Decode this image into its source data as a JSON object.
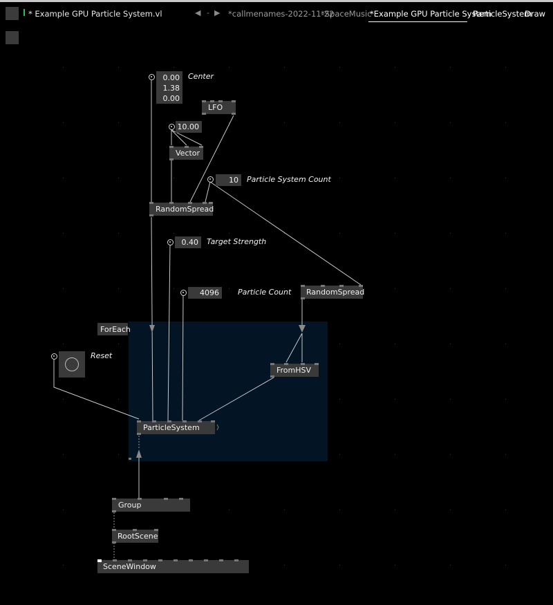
{
  "tabbar": {
    "file_title": "* Example GPU Particle System.vl",
    "nav": {
      "back": "◀",
      "sep": "-",
      "forward": "▶"
    },
    "tabs": [
      {
        "label": "*callmenames-2022-11-22",
        "active": false
      },
      {
        "label": "*SpaceMusic",
        "active": false
      },
      {
        "label": "*Example GPU Particle System",
        "active": true
      },
      {
        "label": "ParticleSystem",
        "active": false
      },
      {
        "label": "Draw",
        "active": false
      }
    ]
  },
  "colors": {
    "background": "#000000",
    "node": "#3a3a3a",
    "link": "#c9c9c9",
    "region": "#031424",
    "active_marker": "#2fbf4a"
  },
  "iobox": {
    "center": [
      "0.00",
      "1.38",
      "0.00"
    ],
    "vector_input": "10.00",
    "particle_system_count": "10",
    "target_strength": "0.40",
    "particle_count": "4096"
  },
  "labels": {
    "center": "Center",
    "particle_system_count": "Particle System Count",
    "target_strength": "Target Strength",
    "particle_count": "Particle Count",
    "reset": "Reset"
  },
  "nodes": {
    "lfo": "LFO",
    "vector": "Vector",
    "random_spread_1": "RandomSpread",
    "random_spread_2": "RandomSpread",
    "from_hsv": "FromHSV",
    "particle_system": "ParticleSystem",
    "group": "Group",
    "root_scene": "RootScene",
    "scene_window": "SceneWindow"
  },
  "region": {
    "label": "ForEach"
  },
  "icons": {
    "pad": "io-pad-icon",
    "bang": "bang-circle-icon",
    "arrow": "flow-arrow-icon"
  }
}
